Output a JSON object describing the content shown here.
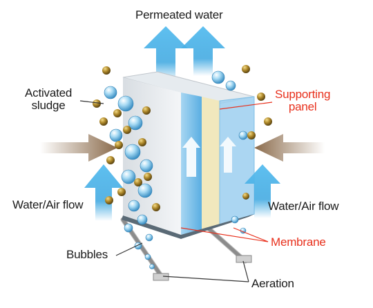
{
  "labels": {
    "permeated_water": "Permeated water",
    "activated_sludge_line1": "Activated",
    "activated_sludge_line2": "sludge",
    "supporting_panel_line1": "Supporting",
    "supporting_panel_line2": "panel",
    "water_air_flow_left": "Water/Air flow",
    "water_air_flow_right": "Water/Air flow",
    "membrane": "Membrane",
    "bubbles": "Bubbles",
    "aeration": "Aeration"
  },
  "colors": {
    "label_text": "#1a1a1a",
    "highlight_label": "#e8301c",
    "flow_arrow": "#3aa6e0",
    "sludge_arrow": "#8a6a4a",
    "membrane": "#6fb9e6",
    "supporting_panel": "#efe6b8",
    "sludge_particle": "#8b6a1e",
    "bubble": "#9ed3f0"
  },
  "icons": {
    "permeate_arrows": "up-arrow",
    "sludge_arrows": "right-arrow",
    "bubble_particles": "circle",
    "sludge_particles": "circle"
  }
}
